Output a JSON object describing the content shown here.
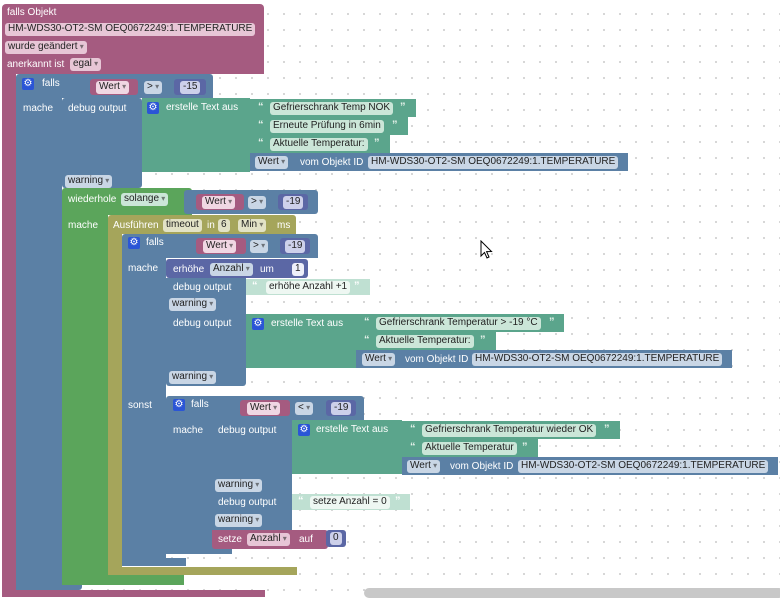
{
  "trigger": {
    "title": "falls Objekt",
    "object_id": "HM-WDS30-OT2-SM OEQ0672249:1.TEMPERATURE",
    "change_mode": "wurde geändert",
    "ack_label": "anerkannt ist",
    "ack_value": "egal"
  },
  "if1": {
    "falls": "falls",
    "mache": "mache",
    "cond_left": "Wert",
    "cond_op": ">",
    "cond_right": "-15",
    "debug_label": "debug output",
    "create_text": "erstelle Text aus",
    "texts": [
      "Gefrierschrank Temp NOK",
      "Erneute Prüfung in 6min",
      "Aktuelle Temperatur:"
    ],
    "value_label": "Wert",
    "from_object_label": "vom Objekt ID",
    "object_id": "HM-WDS30-OT2-SM OEQ0672249:1.TEMPERATURE",
    "level": "warning"
  },
  "while": {
    "label": "wiederhole",
    "mode": "solange",
    "mache": "mache",
    "cond_left": "Wert",
    "cond_op": ">",
    "cond_right": "-19"
  },
  "timeout": {
    "label": "Ausführen",
    "name": "timeout",
    "in_label": "in",
    "value": "6",
    "unit": "Min",
    "ms_label": "ms"
  },
  "if2": {
    "falls": "falls",
    "mache": "mache",
    "sonst": "sonst",
    "cond_left": "Wert",
    "cond_op": ">",
    "cond_right": "-19",
    "incr_label": "erhöhe",
    "incr_var": "Anzahl",
    "incr_by_label": "um",
    "incr_value": "1",
    "debug_label": "debug output",
    "debug_text1": "erhöhe Anzahl +1",
    "level1": "warning",
    "create_text": "erstelle Text aus",
    "texts": [
      "Gefrierschrank Temperatur > -19 °C",
      "Aktuelle Temperatur:"
    ],
    "value_label": "Wert",
    "from_object_label": "vom Objekt ID",
    "object_id": "HM-WDS30-OT2-SM OEQ0672249:1.TEMPERATURE",
    "level2": "warning"
  },
  "if3": {
    "falls": "falls",
    "mache": "mache",
    "cond_left": "Wert",
    "cond_op": "<",
    "cond_right": "-19",
    "debug_label": "debug output",
    "create_text": "erstelle Text aus",
    "texts": [
      "Gefrierschrank Temperatur wieder OK",
      "Aktuelle Temperatur"
    ],
    "value_label": "Wert",
    "from_object_label": "vom Objekt ID",
    "object_id": "HM-WDS30-OT2-SM OEQ0672249:1.TEMPERATURE",
    "level1": "warning",
    "debug_text2": "setze Anzahl = 0",
    "level2": "warning",
    "set_label": "setze",
    "set_var": "Anzahl",
    "set_to_label": "auf",
    "set_value": "0"
  },
  "icons": {
    "gear": "⚙",
    "quote_open": "“",
    "quote_close": "”"
  }
}
